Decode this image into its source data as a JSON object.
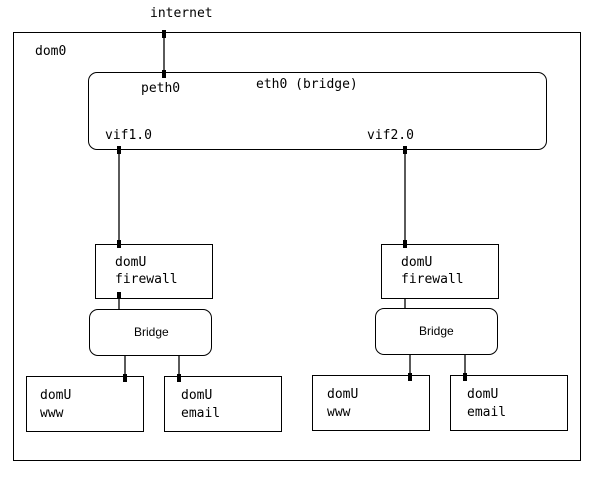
{
  "labels": {
    "internet": "internet",
    "dom0": "dom0",
    "peth0": "peth0",
    "eth0": "eth0 (bridge)",
    "vif1": "vif1.0",
    "vif2": "vif2.0"
  },
  "left_branch": {
    "firewall": {
      "line1": "domU",
      "line2": "firewall"
    },
    "bridge": "Bridge",
    "www": {
      "line1": "domU",
      "line2": "www"
    },
    "email": {
      "line1": "domU",
      "line2": "email"
    }
  },
  "right_branch": {
    "firewall": {
      "line1": "domU",
      "line2": "firewall"
    },
    "bridge": "Bridge",
    "www": {
      "line1": "domU",
      "line2": "www"
    },
    "email": {
      "line1": "domU",
      "line2": "email"
    }
  },
  "colors": {
    "line": "#000000",
    "background": "#ffffff"
  }
}
